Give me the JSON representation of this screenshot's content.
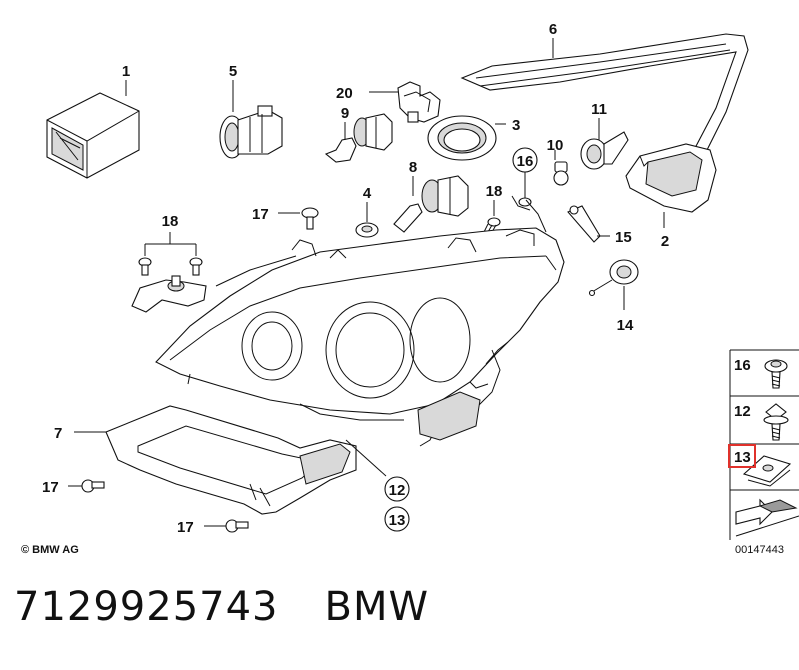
{
  "callouts": {
    "p1": "1",
    "p2": "2",
    "p3": "3",
    "p4": "4",
    "p5": "5",
    "p6": "6",
    "p7": "7",
    "p8": "8",
    "p9": "9",
    "p10": "10",
    "p11": "11",
    "p12_circle": "12",
    "p13_circle": "13",
    "p14": "14",
    "p15": "15",
    "p16_circle": "16",
    "p17a": "17",
    "p17b": "17",
    "p17c": "17",
    "p18a": "18",
    "p18b": "18",
    "p20": "20"
  },
  "legend": {
    "item16": "16",
    "item12": "12",
    "item13": "13",
    "highlight_color": "#e0312b"
  },
  "copyright": "© BMW AG",
  "catalog_number": "00147443",
  "footer": {
    "part_number": "7129925743",
    "brand": "BMW"
  }
}
